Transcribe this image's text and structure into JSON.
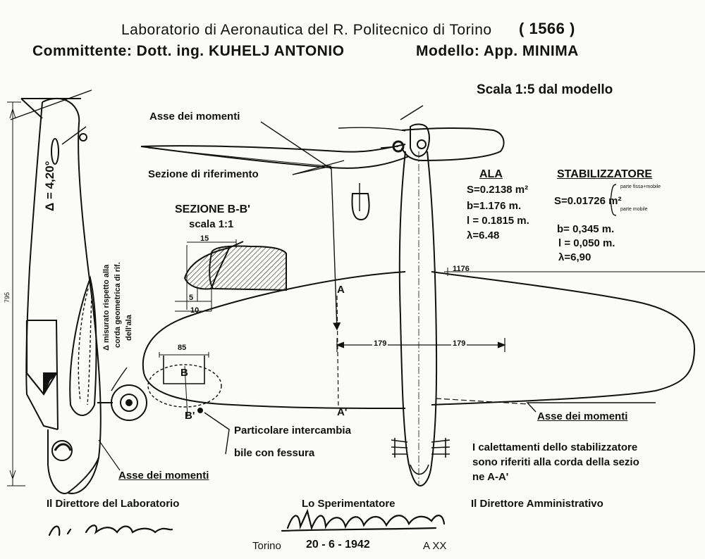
{
  "header": {
    "lab_title": "Laboratorio di Aeronautica del R. Politecnico di Torino",
    "sheet_number": "1566",
    "client": "Committente: Dott. ing. KUHELJ ANTONIO",
    "model": "Modello: App. MINIMA",
    "scale": "Scala 1:5 dal modello"
  },
  "labels": {
    "moment_axis_top": "Asse dei momenti",
    "reference_section": "Sezione di riferimento",
    "moment_axis_right": "Asse dei momenti",
    "moment_axis_left": "Asse dei momenti",
    "interchangeable_1": "Particolare intercambia",
    "interchangeable_2": "bile con fessura",
    "section_A": "A",
    "section_A_prime": "A'",
    "section_B": "B",
    "section_B_prime": "B'",
    "side_angle": "Δ = 4,20°",
    "side_note_1": "Δ misurato rispetto alla",
    "side_note_2": "corda geometrica di rif.",
    "side_note_3": "dell'ala",
    "side_dim": "795"
  },
  "section_bb": {
    "title": "SEZIONE B-B'",
    "scale": "scala 1:1",
    "dim_15": "15",
    "dim_5": "5",
    "dim_10": "10"
  },
  "wing": {
    "title": "ALA",
    "S": "S=0.2138 m²",
    "b": "b=1.176 m.",
    "l": "l = 0.1815 m.",
    "lambda": "λ=6.48"
  },
  "stabilizer": {
    "title": "STABILIZZATORE",
    "S": "S=0.01726 m²",
    "brace_top": "parte fissa+mobile",
    "brace_bottom": "parte mobile",
    "b": "b= 0,345 m.",
    "l": "l = 0,050 m.",
    "lambda": "λ=6,90"
  },
  "dimensions": {
    "span": "1176",
    "half_left": "179",
    "half_right": "179",
    "flap": "85"
  },
  "notes": {
    "line1": "I calettamenti dello stabilizzatore",
    "line2": "sono riferiti alla corda della sezio",
    "line3": "ne A-A'"
  },
  "footer": {
    "director_lab": "Il Direttore del Laboratorio",
    "experimenter": "Lo Sperimentatore",
    "director_admin": "Il Direttore Amministrativo",
    "place": "Torino",
    "date": "20 - 6 - 1942",
    "era": "A XX"
  }
}
